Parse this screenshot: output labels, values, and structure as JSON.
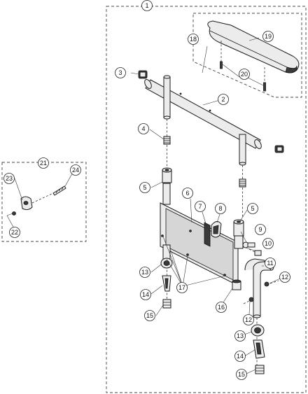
{
  "callouts": [
    {
      "id": "c1",
      "label": "1"
    },
    {
      "id": "c2",
      "label": "2"
    },
    {
      "id": "c3",
      "label": "3"
    },
    {
      "id": "c4",
      "label": "4"
    },
    {
      "id": "c5a",
      "label": "5"
    },
    {
      "id": "c5b",
      "label": "5"
    },
    {
      "id": "c6",
      "label": "6"
    },
    {
      "id": "c7",
      "label": "7"
    },
    {
      "id": "c8",
      "label": "8"
    },
    {
      "id": "c9",
      "label": "9"
    },
    {
      "id": "c10",
      "label": "10"
    },
    {
      "id": "c11",
      "label": "11"
    },
    {
      "id": "c12a",
      "label": "12"
    },
    {
      "id": "c12b",
      "label": "12"
    },
    {
      "id": "c13a",
      "label": "13"
    },
    {
      "id": "c13b",
      "label": "13"
    },
    {
      "id": "c14a",
      "label": "14"
    },
    {
      "id": "c14b",
      "label": "14"
    },
    {
      "id": "c15a",
      "label": "15"
    },
    {
      "id": "c15b",
      "label": "15"
    },
    {
      "id": "c16",
      "label": "16"
    },
    {
      "id": "c17",
      "label": "17"
    },
    {
      "id": "c18",
      "label": "18"
    },
    {
      "id": "c19",
      "label": "19"
    },
    {
      "id": "c20",
      "label": "20"
    },
    {
      "id": "c21",
      "label": "21"
    },
    {
      "id": "c22",
      "label": "22"
    },
    {
      "id": "c23",
      "label": "23"
    },
    {
      "id": "c24",
      "label": "24"
    }
  ]
}
